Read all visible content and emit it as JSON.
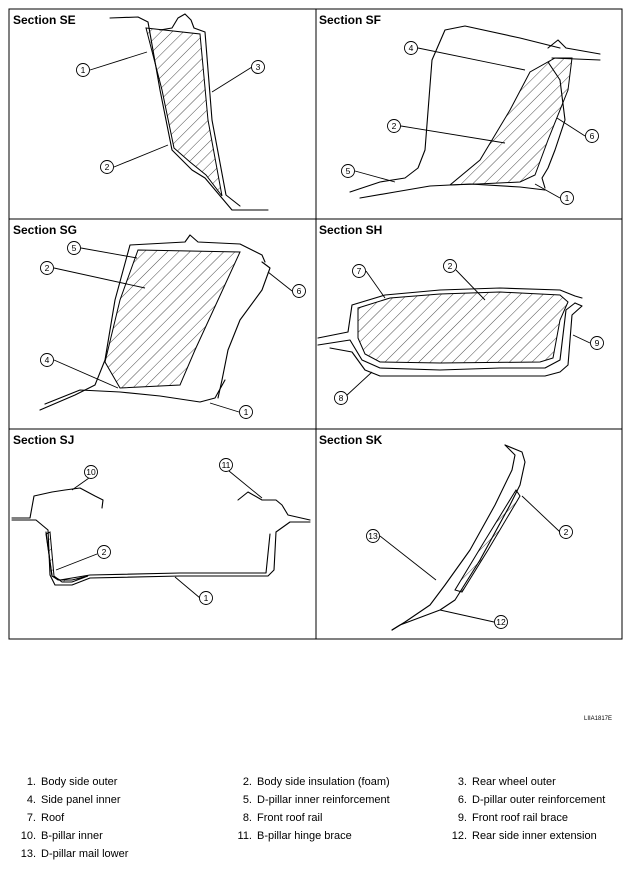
{
  "sections": [
    {
      "id": "se",
      "title": "Section SE"
    },
    {
      "id": "sf",
      "title": "Section SF"
    },
    {
      "id": "sg",
      "title": "Section SG"
    },
    {
      "id": "sh",
      "title": "Section SH"
    },
    {
      "id": "sj",
      "title": "Section SJ"
    },
    {
      "id": "sk",
      "title": "Section SK"
    }
  ],
  "callouts": {
    "se": [
      "1",
      "2",
      "3"
    ],
    "sf": [
      "4",
      "2",
      "5",
      "6",
      "1"
    ],
    "sg": [
      "5",
      "2",
      "4",
      "6",
      "1"
    ],
    "sh": [
      "7",
      "2",
      "9",
      "8"
    ],
    "sj": [
      "10",
      "11",
      "2",
      "1"
    ],
    "sk": [
      "13",
      "2",
      "12"
    ]
  },
  "figure_code": "LIIA1817E",
  "legend": [
    {
      "num": "1.",
      "text": "Body side outer"
    },
    {
      "num": "2.",
      "text": "Body side insulation (foam)"
    },
    {
      "num": "3.",
      "text": "Rear wheel outer"
    },
    {
      "num": "4.",
      "text": "Side panel inner"
    },
    {
      "num": "5.",
      "text": "D-pillar inner reinforcement"
    },
    {
      "num": "6.",
      "text": "D-pillar outer reinforcement"
    },
    {
      "num": "7.",
      "text": "Roof"
    },
    {
      "num": "8.",
      "text": "Front roof rail"
    },
    {
      "num": "9.",
      "text": "Front roof rail brace"
    },
    {
      "num": "10.",
      "text": "B-pillar inner"
    },
    {
      "num": "11.",
      "text": "B-pillar hinge brace"
    },
    {
      "num": "12.",
      "text": "Rear side inner extension"
    },
    {
      "num": "13.",
      "text": "D-pillar mail lower"
    }
  ]
}
